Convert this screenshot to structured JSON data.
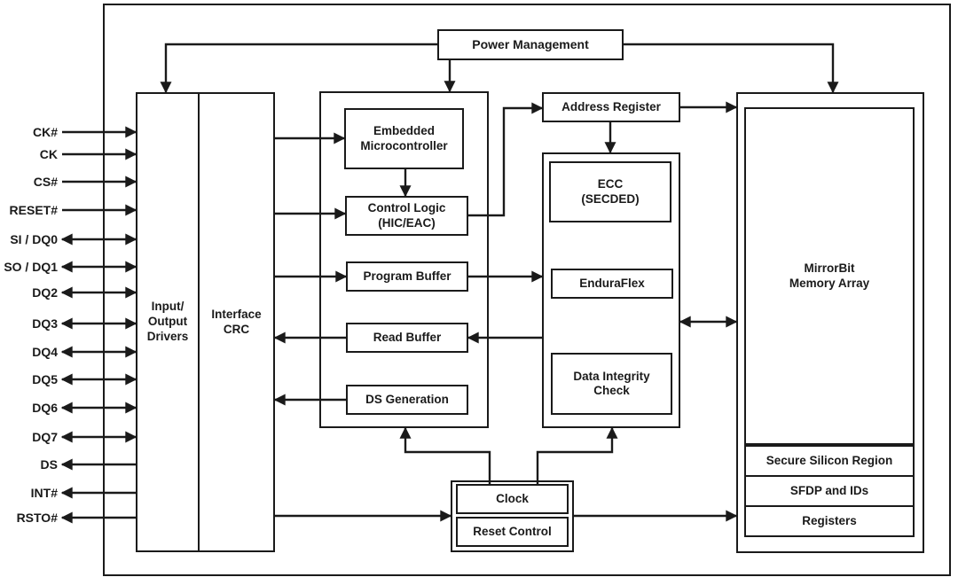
{
  "colors": {
    "ink": "#1a1a1a",
    "background": "#ffffff"
  },
  "pins": [
    {
      "label": "CK#",
      "direction": "input"
    },
    {
      "label": "CK",
      "direction": "input"
    },
    {
      "label": "CS#",
      "direction": "input"
    },
    {
      "label": "RESET#",
      "direction": "input"
    },
    {
      "label": "SI / DQ0",
      "direction": "bidirectional"
    },
    {
      "label": "SO / DQ1",
      "direction": "bidirectional"
    },
    {
      "label": "DQ2",
      "direction": "bidirectional"
    },
    {
      "label": "DQ3",
      "direction": "bidirectional"
    },
    {
      "label": "DQ4",
      "direction": "bidirectional"
    },
    {
      "label": "DQ5",
      "direction": "bidirectional"
    },
    {
      "label": "DQ6",
      "direction": "bidirectional"
    },
    {
      "label": "DQ7",
      "direction": "bidirectional"
    },
    {
      "label": "DS",
      "direction": "output"
    },
    {
      "label": "INT#",
      "direction": "output"
    },
    {
      "label": "RSTO#",
      "direction": "output"
    }
  ],
  "blocks": {
    "power_management": "Power Management",
    "io_drivers": "Input/\nOutput\nDrivers",
    "interface_crc": "Interface\nCRC",
    "embedded_microcontroller": "Embedded\nMicrocontroller",
    "control_logic": "Control Logic\n(HIC/EAC)",
    "program_buffer": "Program Buffer",
    "read_buffer": "Read Buffer",
    "ds_generation": "DS Generation",
    "address_register": "Address Register",
    "ecc": "ECC\n(SECDED)",
    "enduraflex": "EnduraFlex",
    "data_integrity_check": "Data Integrity\nCheck",
    "mirrorbit_memory_array": "MirrorBit\nMemory Array",
    "secure_silicon_region": "Secure Silicon Region",
    "sfdp_and_ids": "SFDP and IDs",
    "registers": "Registers",
    "clock": "Clock",
    "reset_control": "Reset Control"
  }
}
